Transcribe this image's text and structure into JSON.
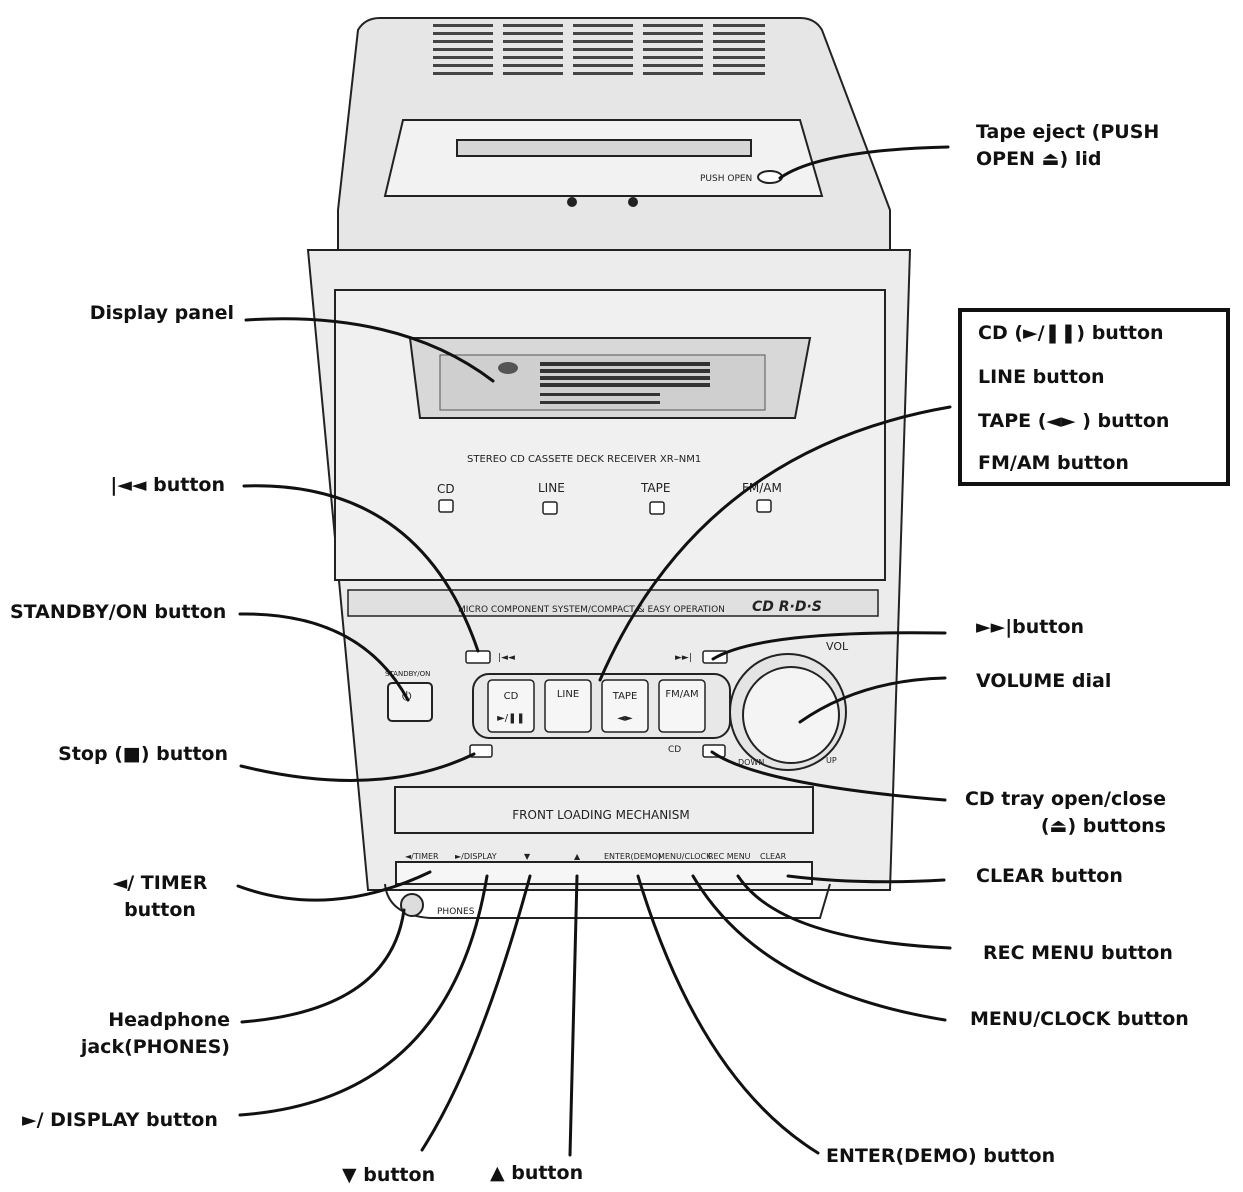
{
  "device": {
    "push_open": "PUSH OPEN",
    "model": "STEREO CD CASSETE DECK RECEIVER XR–NM1",
    "indicators": [
      "CD",
      "LINE",
      "TAPE",
      "FM/AM"
    ],
    "system_text": "MICRO COMPONENT SYSTEM/COMPACT & EASY OPERATION",
    "rds_logo": "CD R·D·S",
    "standby_label": "STANDBY/ON",
    "source_buttons": [
      "CD",
      "LINE",
      "TAPE",
      "FM/AM"
    ],
    "vol_label": "VOL",
    "down_label": "DOWN",
    "up_label": "UP",
    "cd_label": "CD",
    "mechanism": "FRONT LOADING MECHANISM",
    "bottom_buttons": [
      "◄/TIMER",
      "►/DISPLAY",
      "▼",
      "▲",
      "ENTER(DEMO)",
      "MENU/CLOCK",
      "REC MENU",
      "CLEAR"
    ],
    "phones": "PHONES"
  },
  "callouts": {
    "tape_eject": "Tape eject (PUSH\nOPEN ⏏) lid",
    "display_panel": "Display panel",
    "skip_back": "|◄◄ button",
    "standby": "STANDBY/ON button",
    "stop": "Stop (■) button",
    "timer": "◄/ TIMER\nbutton",
    "headphone": "Headphone\njack(PHONES)",
    "display_btn": "►/ DISPLAY button",
    "down_btn": "▼ button",
    "up_btn": "▲ button",
    "enter_btn": "ENTER(DEMO) button",
    "menu_clock": "MENU/CLOCK button",
    "rec_menu": "REC MENU button",
    "clear_btn": "CLEAR button",
    "cd_tray": "CD tray open/close\n(⏏) buttons",
    "volume": "VOLUME dial",
    "skip_fwd": "►►|button",
    "box_items": [
      "CD (►/❚❚) button",
      "LINE button",
      "TAPE (◄► ) button",
      "FM/AM button"
    ]
  }
}
